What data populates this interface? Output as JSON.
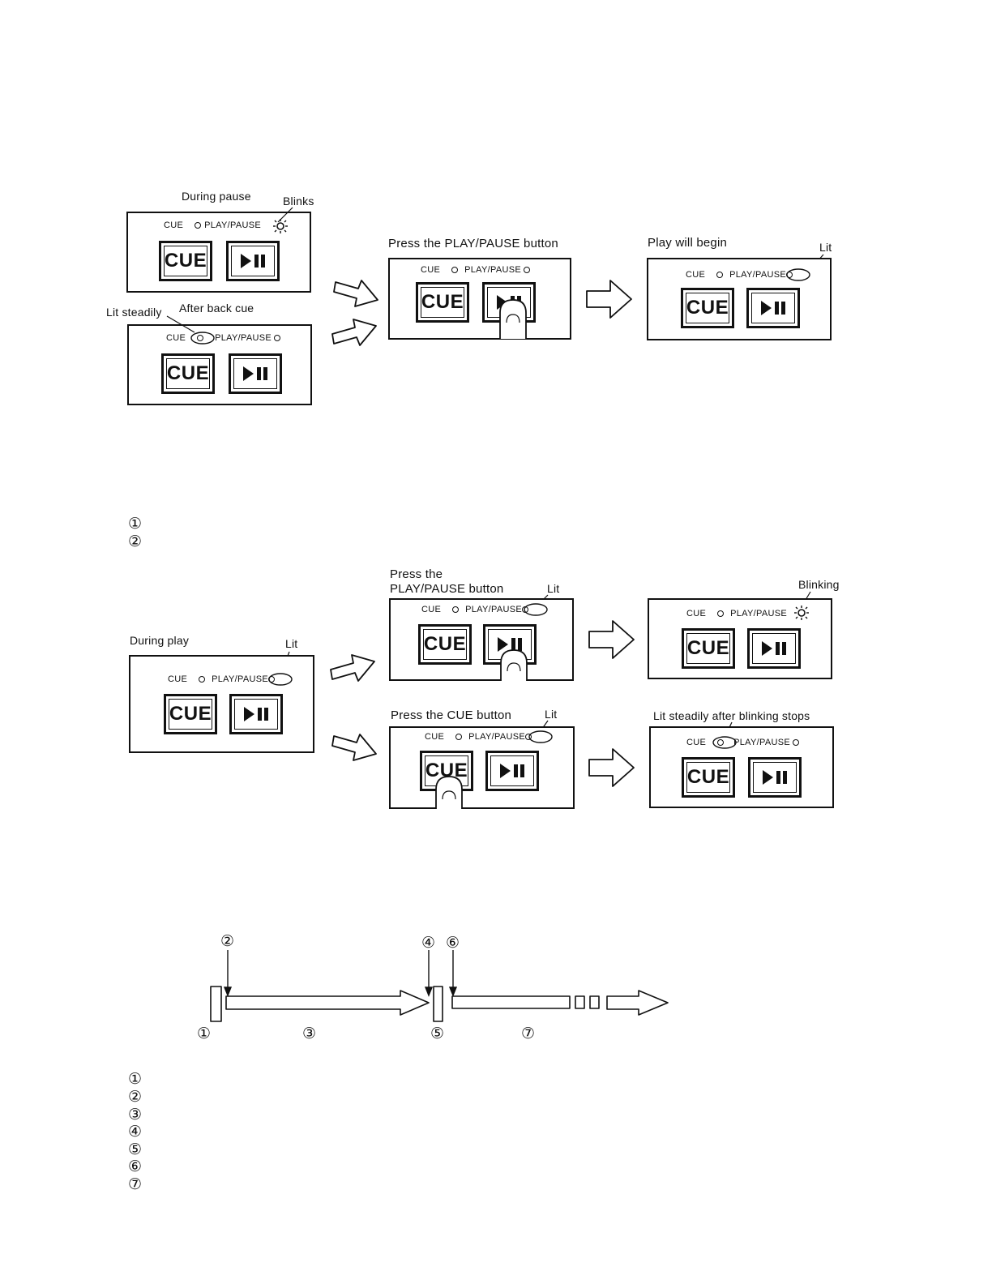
{
  "common": {
    "cue_label": "CUE",
    "play_pause_label": "PLAY/PAUSE",
    "cue_button_label": "CUE"
  },
  "diagram1": {
    "during_pause": "During pause",
    "blinks": "Blinks",
    "lit_steadily": "Lit steadily",
    "after_back_cue": "After back cue",
    "press_play_pause": "Press the PLAY/PAUSE button",
    "play_will_begin": "Play will begin",
    "lit": "Lit"
  },
  "list1": {
    "items": [
      "①",
      "②"
    ]
  },
  "diagram2": {
    "during_play": "During play",
    "lit": "Lit",
    "press_the": "Press the",
    "play_pause_button": "PLAY/PAUSE button",
    "blinking": "Blinking",
    "press_cue_button": "Press the CUE button",
    "lit_steadily_after": "Lit steadily after blinking stops"
  },
  "timeline": {
    "markers_top": [
      "②",
      "④",
      "⑥"
    ],
    "markers_bottom": [
      "①",
      "③",
      "⑤",
      "⑦"
    ]
  },
  "list2": {
    "items": [
      "①",
      "②",
      "③",
      "④",
      "⑤",
      "⑥",
      "⑦"
    ]
  }
}
